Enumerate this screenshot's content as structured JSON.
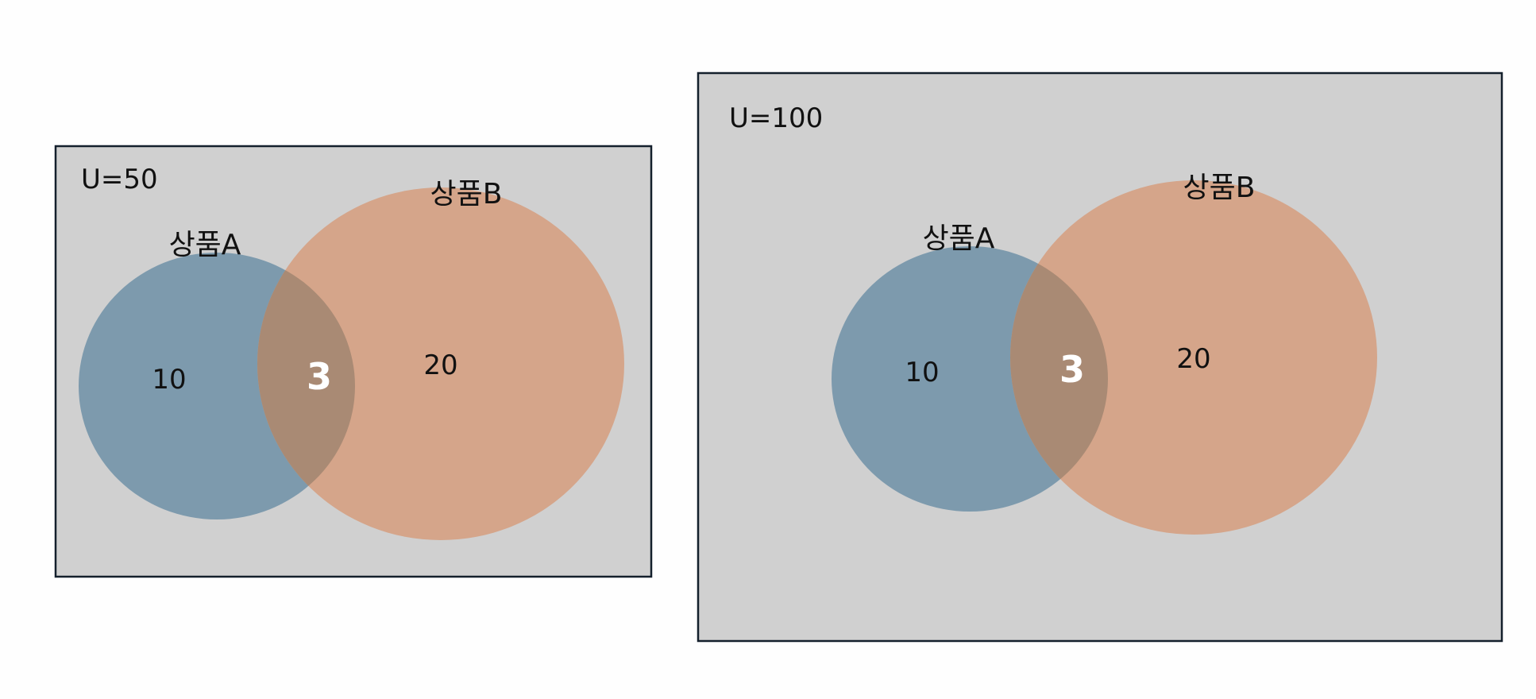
{
  "colors": {
    "universe_fill": "#d0d0d0",
    "universe_stroke": "#14202c",
    "set_a_fill": "#7d9aad",
    "set_b_fill": "#d5a58a",
    "intersection_fill": "#a98a74",
    "text": "#111111",
    "intersection_text": "#ffffff"
  },
  "venn_diagrams": [
    {
      "universe_label": "U=50",
      "set_a": {
        "label": "상품A",
        "only_count": "10"
      },
      "set_b": {
        "label": "상품B",
        "only_count": "20"
      },
      "intersection_count": "3"
    },
    {
      "universe_label": "U=100",
      "set_a": {
        "label": "상품A",
        "only_count": "10"
      },
      "set_b": {
        "label": "상품B",
        "only_count": "20"
      },
      "intersection_count": "3"
    }
  ]
}
